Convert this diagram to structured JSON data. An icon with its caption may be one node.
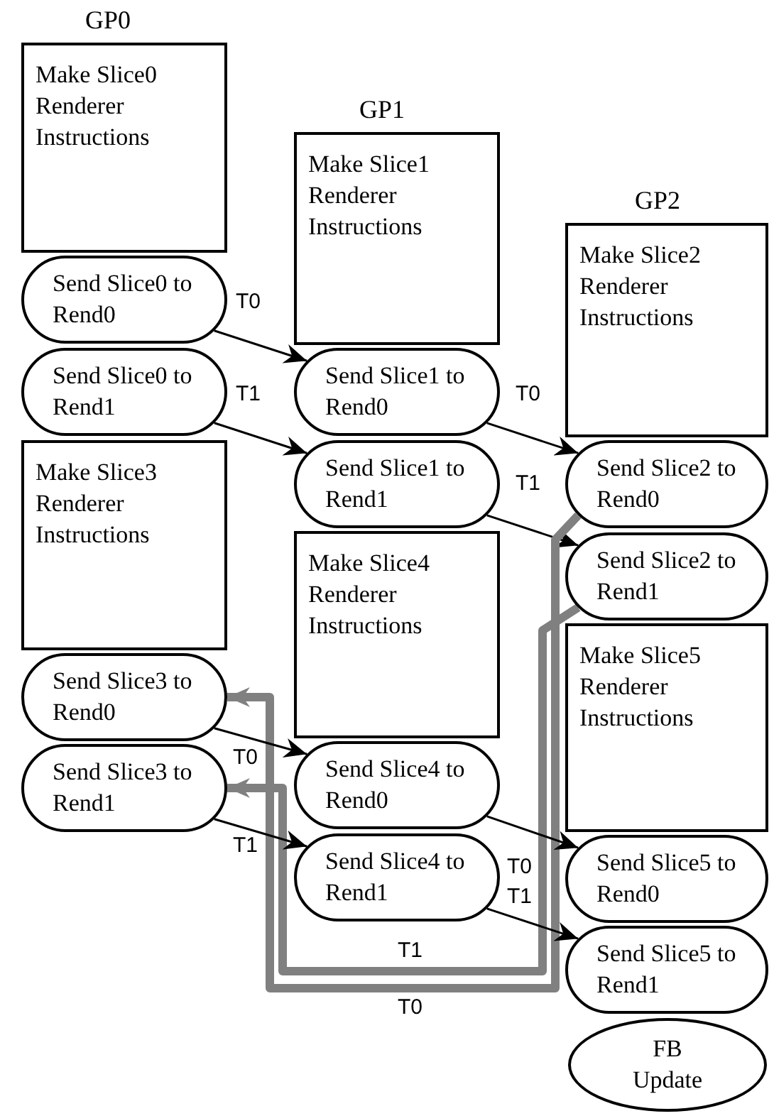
{
  "diagram": {
    "nodes": [
      {
        "text": [
          "Make Slice0 Renderer Instructions"
        ]
      },
      {
        "text": [
          "Send Slice0 to Rend0"
        ]
      },
      {
        "text": [
          "Send Slice0 to Rend1"
        ]
      },
      {
        "text": [
          "Make Slice3 Renderer Instructions"
        ]
      },
      {
        "text": [
          "Send Slice3 to Rend0"
        ]
      },
      {
        "text": [
          "Send Slice3 to Rend1"
        ]
      },
      {
        "text": [
          "Make Slice1 Renderer Instructions"
        ]
      },
      {
        "text": [
          "Send Slice1 to Rend0"
        ]
      },
      {
        "text": [
          "Send Slice1 to Rend1"
        ]
      },
      {
        "text": [
          "Make Slice4 Renderer Instructions"
        ]
      },
      {
        "text": [
          "Send Slice4 to Rend0"
        ]
      },
      {
        "text": [
          "Send Slice4 to Rend1"
        ]
      },
      {
        "text": [
          "Make Slice2 Renderer Instructions"
        ]
      },
      {
        "text": [
          "Send Slice2 to Rend0"
        ]
      },
      {
        "text": [
          "Send Slice2 to Rend1"
        ]
      },
      {
        "text": [
          "Make Slice5 Renderer Instructions"
        ]
      },
      {
        "text": [
          "Send Slice5 to Rend0"
        ]
      },
      {
        "text": [
          "Send Slice5 to Rend1"
        ]
      },
      {
        "text": [
          "FB Update"
        ]
      }
    ],
    "edges": [
      {
        "from": 1,
        "to": 7,
        "arrow": "to",
        "label": "T0"
      },
      {
        "from": 2,
        "to": 8,
        "arrow": "to",
        "label": "T1"
      },
      {
        "from": 7,
        "to": 13,
        "arrow": "to",
        "label": "T0"
      },
      {
        "from": 8,
        "to": 14,
        "arrow": "to",
        "label": "T1"
      },
      {
        "from": 13,
        "to": 4,
        "arrow": "to",
        "label": "T0",
        "style": "thick",
        "color": "#808080"
      },
      {
        "from": 14,
        "to": 5,
        "arrow": "to",
        "label": "T1",
        "style": "thick",
        "color": "#808080"
      },
      {
        "from": 4,
        "to": 10,
        "arrow": "to",
        "label": "T0"
      },
      {
        "from": 5,
        "to": 11,
        "arrow": "to",
        "label": "T1"
      },
      {
        "from": 10,
        "to": 16,
        "arrow": "to",
        "label": "T0"
      },
      {
        "from": 11,
        "to": 17,
        "arrow": "to",
        "label": "T1"
      }
    ],
    "labels": [
      "GP0",
      "GP1",
      "GP2"
    ]
  }
}
